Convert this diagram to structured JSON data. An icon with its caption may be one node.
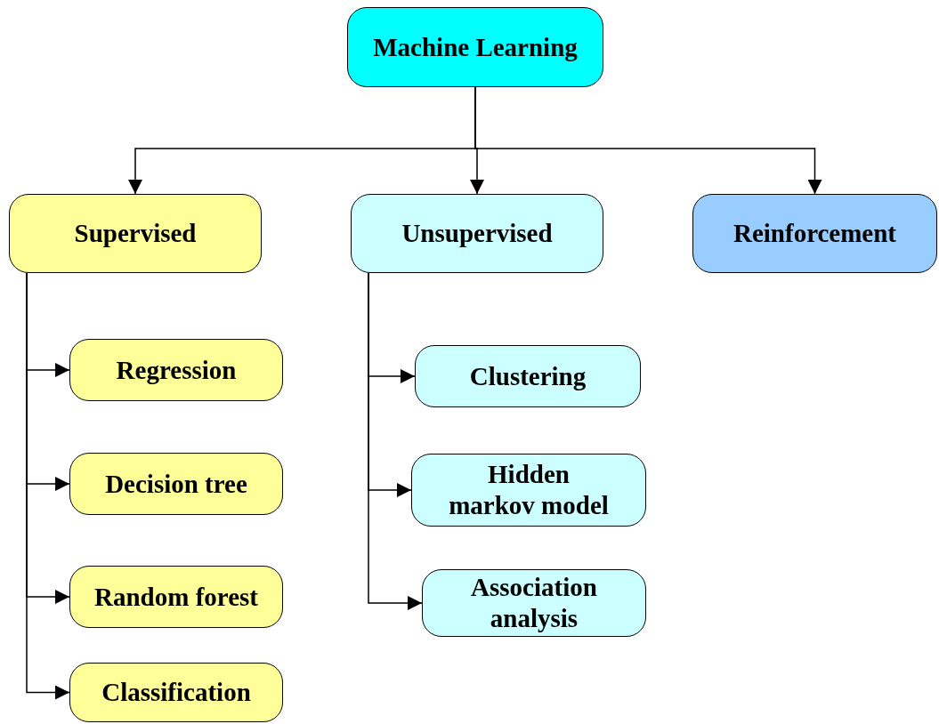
{
  "diagram": {
    "nodes": [
      {
        "text": [
          "Machine Learning"
        ]
      },
      {
        "text": [
          "Supervised"
        ]
      },
      {
        "text": [
          "Unsupervised"
        ]
      },
      {
        "text": [
          "Reinforcement"
        ]
      },
      {
        "text": [
          "Regression"
        ]
      },
      {
        "text": [
          "Decision tree"
        ]
      },
      {
        "text": [
          "Random forest"
        ]
      },
      {
        "text": [
          "Classification"
        ]
      },
      {
        "text": [
          "Clustering"
        ]
      },
      {
        "text": [
          "Hidden markov model"
        ]
      },
      {
        "text": [
          "Association analysis"
        ]
      }
    ],
    "edges": [
      {
        "from": 0,
        "to": 1,
        "arrow": "to"
      },
      {
        "from": 0,
        "to": 2,
        "arrow": "to"
      },
      {
        "from": 0,
        "to": 3,
        "arrow": "to"
      },
      {
        "from": 1,
        "to": 4,
        "arrow": "to"
      },
      {
        "from": 1,
        "to": 5,
        "arrow": "to"
      },
      {
        "from": 1,
        "to": 6,
        "arrow": "to"
      },
      {
        "from": 1,
        "to": 7,
        "arrow": "to"
      },
      {
        "from": 2,
        "to": 8,
        "arrow": "to"
      },
      {
        "from": 2,
        "to": 9,
        "arrow": "to"
      },
      {
        "from": 2,
        "to": 10,
        "arrow": "to"
      }
    ]
  }
}
